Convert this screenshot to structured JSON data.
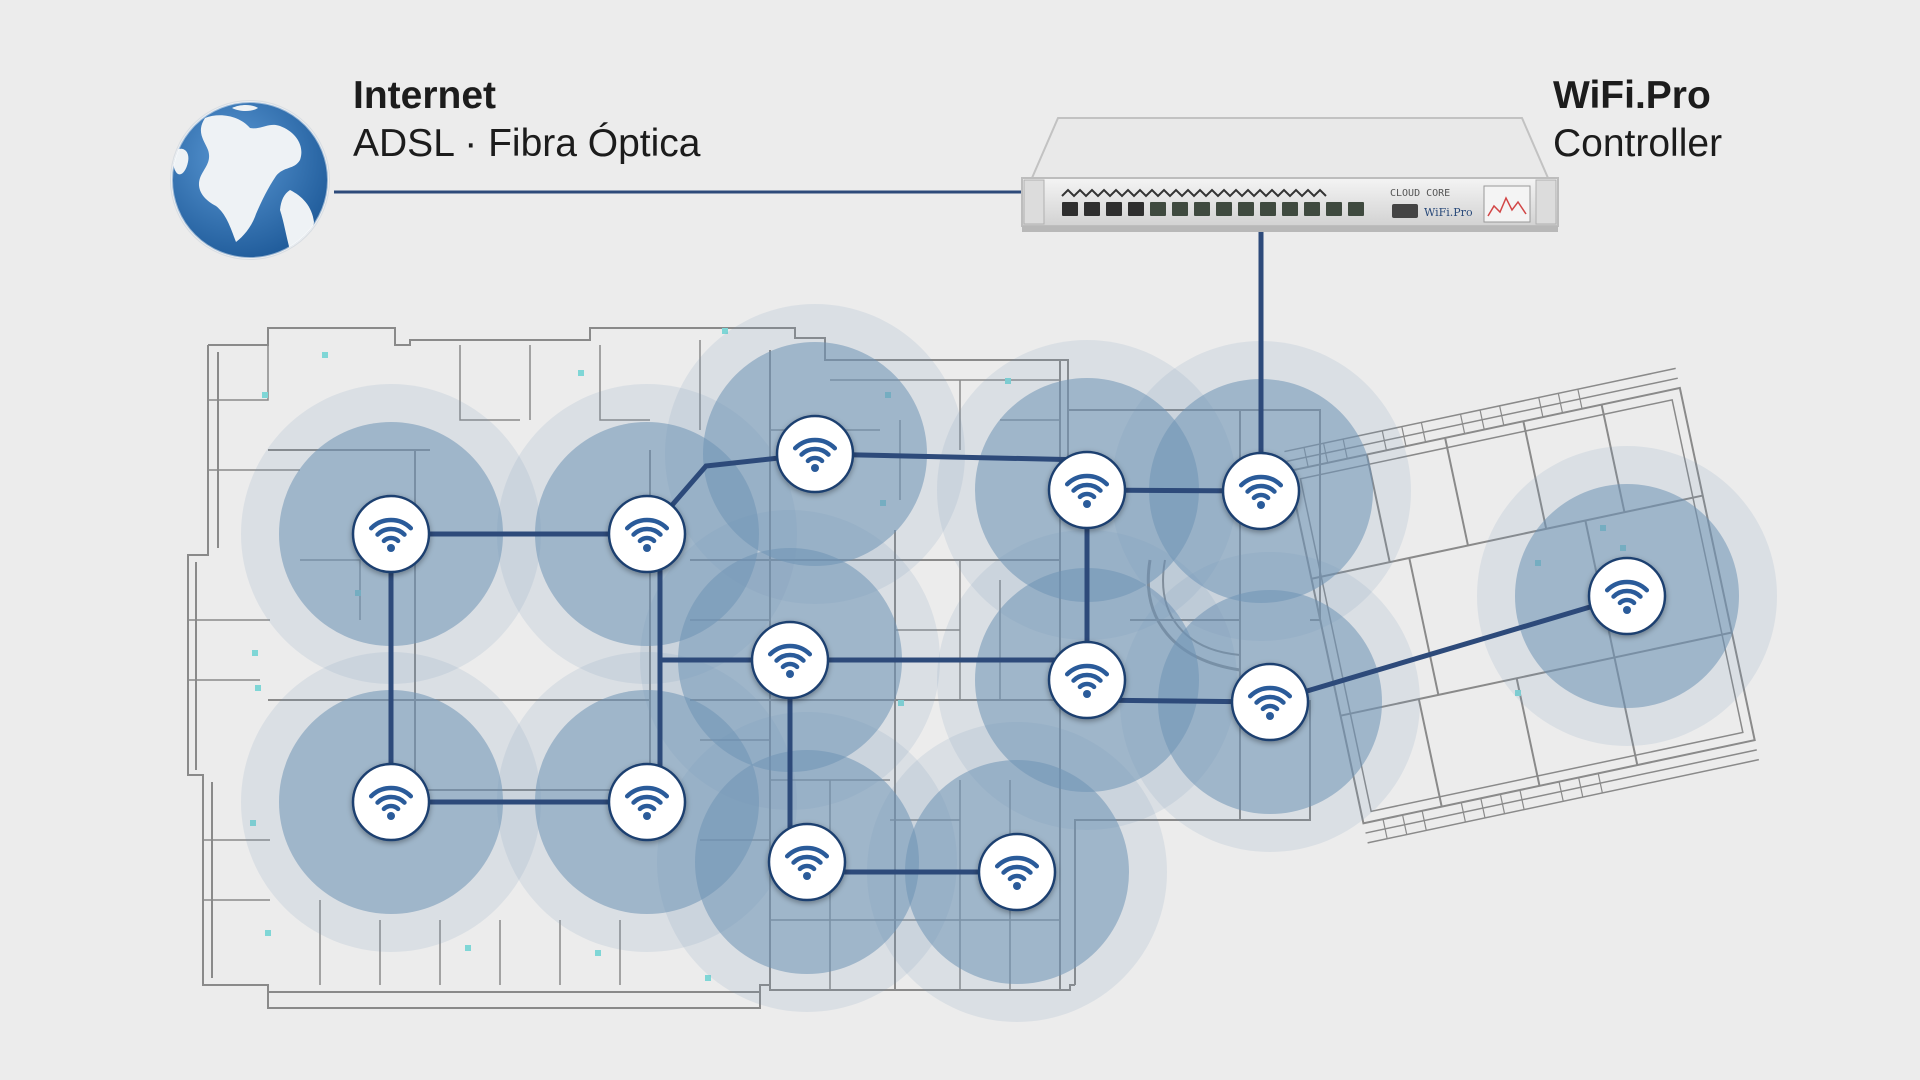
{
  "internet": {
    "title": "Internet",
    "subtitle": "ADSL · Fibra Óptica"
  },
  "controller": {
    "title": "WiFi.Pro",
    "subtitle": "Controller",
    "brand": "WiFi.Pro",
    "model": "CLOUD CORE"
  },
  "colors": {
    "background": "#ececec",
    "link": "#2d4a7a",
    "coverage": "#6f93b5",
    "ap_icon": "#2a5b9a",
    "globe_ocean": "#2f6fb0",
    "floorplan_line": "#8a8a8a",
    "router_body": "#e6e6e6"
  },
  "icons": {
    "globe": "globe-icon",
    "router": "router-icon",
    "access_point": "wifi-icon"
  },
  "access_point_count": 13
}
